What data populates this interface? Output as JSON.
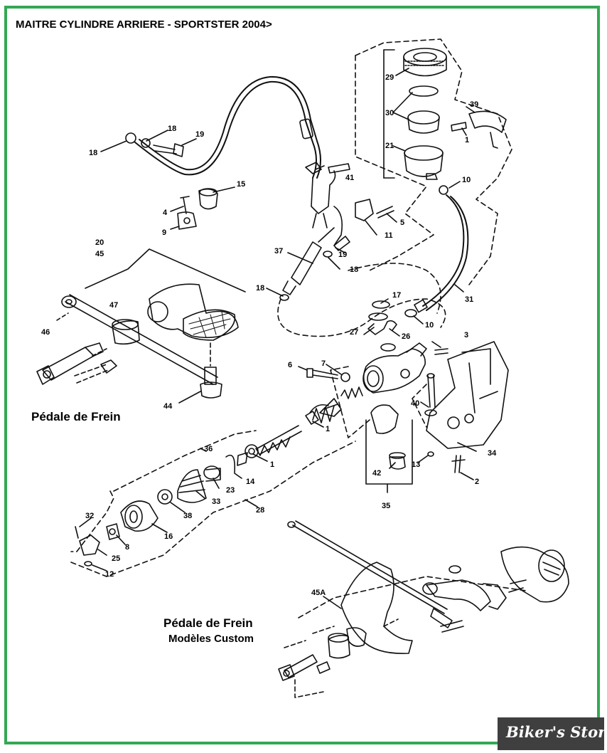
{
  "title": "MAITRE CYLINDRE ARRIERE - SPORTSTER 2004>",
  "section_labels": {
    "brake_pedal": "Pédale de Frein",
    "brake_pedal_custom": "Pédale de Frein",
    "custom_models": "Modèles Custom"
  },
  "watermark": "Biker's Store",
  "colors": {
    "frame": "#34a853",
    "watermark_bg": "#3f3f3f",
    "line": "#111111"
  },
  "callouts": {
    "c29": "29",
    "c30": "30",
    "c39": "39",
    "c21": "21",
    "c1a": "1",
    "c10a": "10",
    "c18a": "18",
    "c18b": "18",
    "c19a": "19",
    "c15": "15",
    "c41": "41",
    "c4": "4",
    "c9": "9",
    "c5": "5",
    "c11": "11",
    "c20": "20",
    "c45": "45",
    "c37": "37",
    "c19b": "19",
    "c18c": "18",
    "c18d": "18",
    "c31": "31",
    "c17": "17",
    "c47": "47",
    "c27": "27",
    "c26": "26",
    "c10b": "10",
    "c46": "46",
    "c3": "3",
    "c7": "7",
    "c6": "6",
    "c44": "44",
    "c40": "40",
    "c1b": "1",
    "c1c": "1",
    "c36": "36",
    "c14": "14",
    "c23": "23",
    "c33": "33",
    "c42": "42",
    "c13": "13",
    "c34": "34",
    "c2": "2",
    "c38": "38",
    "c28": "28",
    "c35": "35",
    "c32": "32",
    "c16": "16",
    "c8": "8",
    "c25": "25",
    "c12": "12",
    "c45a": "45A"
  }
}
